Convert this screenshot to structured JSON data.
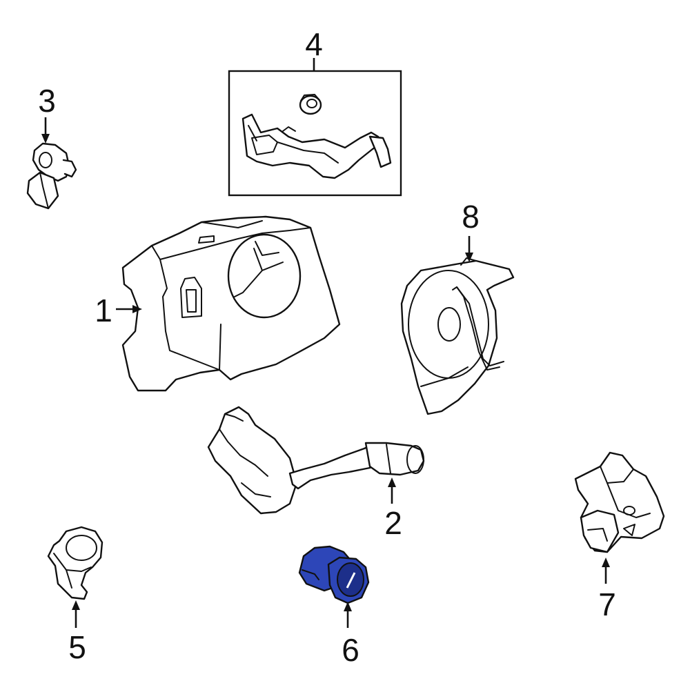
{
  "callouts": [
    {
      "id": "1",
      "label": "1"
    },
    {
      "id": "2",
      "label": "2"
    },
    {
      "id": "3",
      "label": "3"
    },
    {
      "id": "4",
      "label": "4"
    },
    {
      "id": "5",
      "label": "5"
    },
    {
      "id": "6",
      "label": "6"
    },
    {
      "id": "7",
      "label": "7"
    },
    {
      "id": "8",
      "label": "8"
    }
  ],
  "colors": {
    "highlight_part": "#2d46b8",
    "highlight_part_dark": "#1d2f8a",
    "line": "#111111",
    "background": "#ffffff"
  },
  "highlighted_callout": "6"
}
